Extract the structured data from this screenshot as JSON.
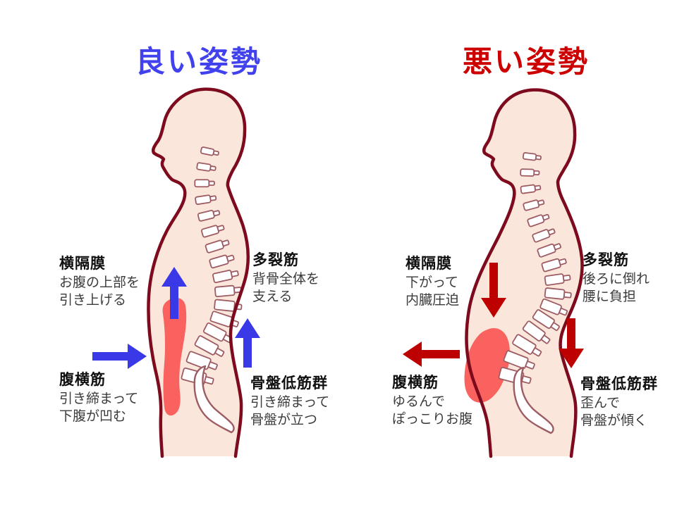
{
  "titles": {
    "good": "良い姿勢",
    "bad": "悪い姿勢"
  },
  "good_figure": {
    "diaphragm": {
      "name": "横隔膜",
      "desc1": "お腹の上部を",
      "desc2": "引き上げる"
    },
    "multifidus": {
      "name": "多裂筋",
      "desc1": "背骨全体を",
      "desc2": "支える"
    },
    "transverse_abdominis": {
      "name": "腹横筋",
      "desc1": "引き締まって",
      "desc2": "下腹が凹む"
    },
    "pelvic_floor": {
      "name": "骨盤低筋群",
      "desc1": "引き締まって",
      "desc2": "骨盤が立つ"
    }
  },
  "bad_figure": {
    "diaphragm": {
      "name": "横隔膜",
      "desc1": "下がって",
      "desc2": "内臓圧迫"
    },
    "multifidus": {
      "name": "多裂筋",
      "desc1": "後ろに倒れ",
      "desc2": "腰に負担"
    },
    "transverse_abdominis": {
      "name": "腹横筋",
      "desc1": "ゆるんで",
      "desc2": "ぽっこりお腹"
    },
    "pelvic_floor": {
      "name": "骨盤低筋群",
      "desc1": "歪んで",
      "desc2": "骨盤が傾く"
    }
  },
  "colors": {
    "title_good": "#4141ee",
    "title_bad": "#cc0000",
    "body_fill": "#fbe6db",
    "body_outline": "#7d0a1d",
    "spine_stroke": "#9d5b63",
    "muscle_red": "#f9625e",
    "arrow_blue": "#3939e8",
    "arrow_red": "#bd0000",
    "text_dark": "#3b3b3b",
    "text_heading": "#111111"
  }
}
